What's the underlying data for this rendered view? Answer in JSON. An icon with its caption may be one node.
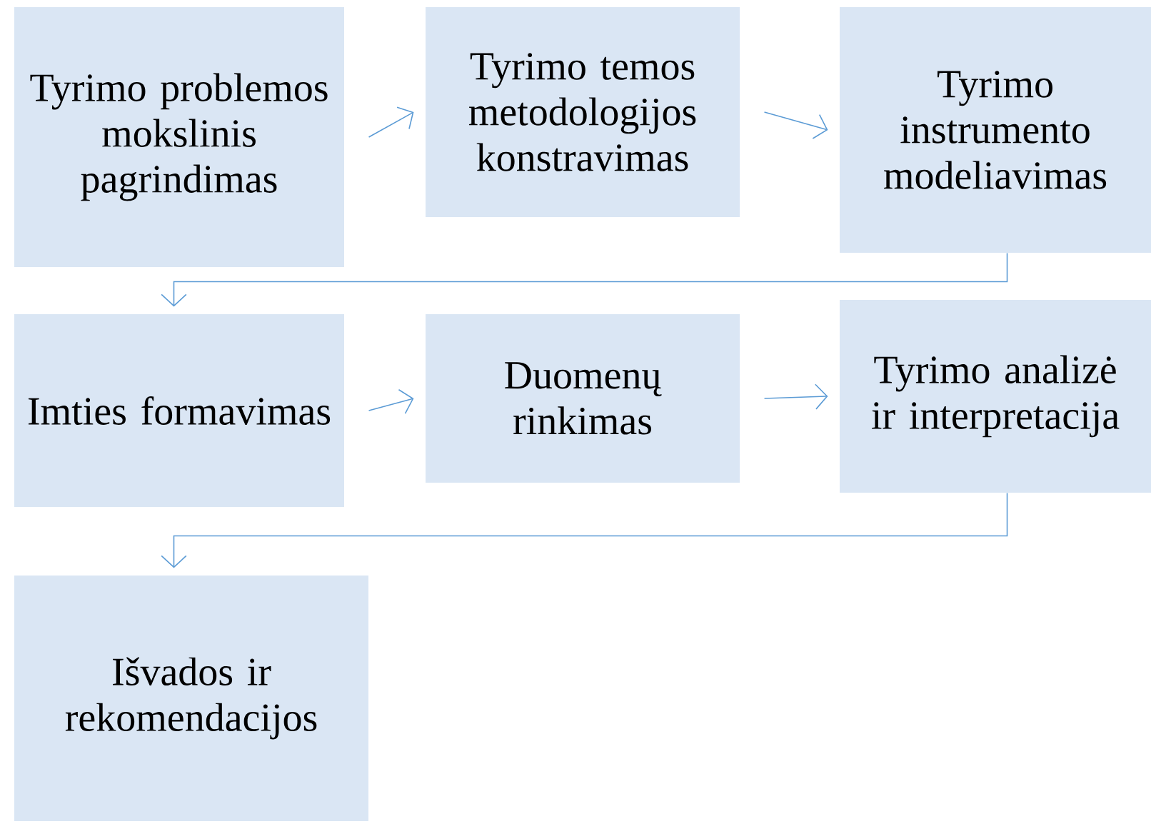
{
  "diagram": {
    "nodes": [
      {
        "text": [
          "Tyrimo problemos mokslinis pagrindimas"
        ]
      },
      {
        "text": [
          "Tyrimo temos metodologijos konstravimas"
        ]
      },
      {
        "text": [
          "Tyrimo instrumento modeliavimas"
        ]
      },
      {
        "text": [
          "Imties formavimas"
        ]
      },
      {
        "text": [
          "Duomenų rinkimas"
        ]
      },
      {
        "text": [
          "Tyrimo analizė ir interpretacija"
        ]
      },
      {
        "text": [
          "Išvados ir rekomendacijos"
        ]
      }
    ],
    "edges": [
      {
        "from": 0,
        "to": 1,
        "arrow": "to"
      },
      {
        "from": 1,
        "to": 2,
        "arrow": "to"
      },
      {
        "from": 2,
        "to": 3,
        "arrow": "to"
      },
      {
        "from": 3,
        "to": 4,
        "arrow": "to"
      },
      {
        "from": 4,
        "to": 5,
        "arrow": "to"
      },
      {
        "from": 5,
        "to": 6,
        "arrow": "to"
      }
    ]
  }
}
